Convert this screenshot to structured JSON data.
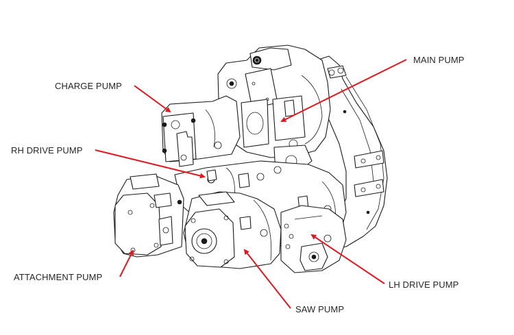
{
  "diagram": {
    "title": "Hydraulic pump assembly",
    "accent_color": "#e8141c",
    "line_color": "#1a1a1a",
    "labels": [
      {
        "id": "main",
        "text": "MAIN PUMP"
      },
      {
        "id": "charge",
        "text": "CHARGE PUMP"
      },
      {
        "id": "rh-drive",
        "text": "RH DRIVE PUMP"
      },
      {
        "id": "attachment",
        "text": "ATTACHMENT PUMP"
      },
      {
        "id": "lh-drive",
        "text": "LH DRIVE PUMP"
      },
      {
        "id": "saw",
        "text": "SAW PUMP"
      }
    ]
  }
}
